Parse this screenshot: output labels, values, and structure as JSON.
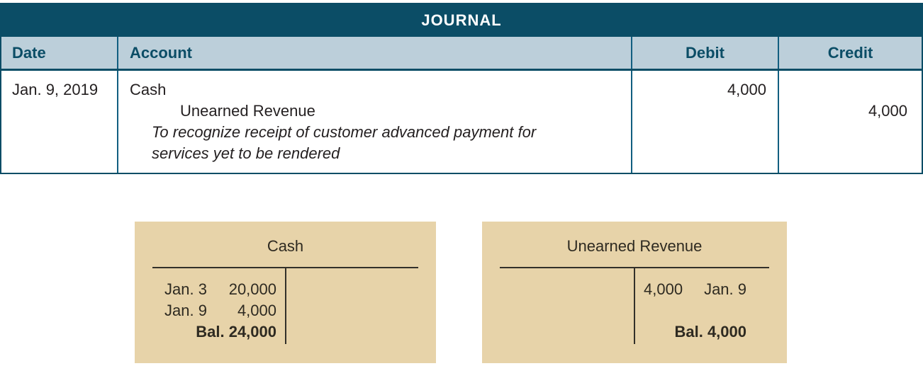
{
  "journal": {
    "title": "JOURNAL",
    "columns": {
      "date": "Date",
      "account": "Account",
      "debit": "Debit",
      "credit": "Credit"
    },
    "entry": {
      "date": "Jan. 9, 2019",
      "lines": [
        {
          "account": "Cash",
          "debit": "4,000",
          "credit": ""
        },
        {
          "account": "Unearned Revenue",
          "debit": "",
          "credit": "4,000"
        }
      ],
      "description": [
        "To recognize receipt of customer advanced payment for",
        "services yet to be rendered"
      ]
    }
  },
  "t_accounts": [
    {
      "title": "Cash",
      "debit_entries": [
        {
          "date": "Jan. 3",
          "amount": "20,000"
        },
        {
          "date": "Jan. 9",
          "amount": "4,000"
        }
      ],
      "credit_entries": [],
      "balance_side": "debit",
      "balance_label": "Bal. 24,000"
    },
    {
      "title": "Unearned Revenue",
      "debit_entries": [],
      "credit_entries": [
        {
          "amount": "4,000",
          "date": "Jan. 9"
        }
      ],
      "balance_side": "credit",
      "balance_label": "Bal. 4,000"
    }
  ],
  "colors": {
    "header_bg": "#0b4d66",
    "header_text": "#ffffff",
    "subheader_bg": "#bccfda",
    "subheader_text": "#0b4d66",
    "table_border": "#115e80",
    "body_text": "#231f20",
    "t_account_bg": "#e7d3a9",
    "t_account_text": "#2e2a21",
    "t_account_line": "#33302a"
  }
}
